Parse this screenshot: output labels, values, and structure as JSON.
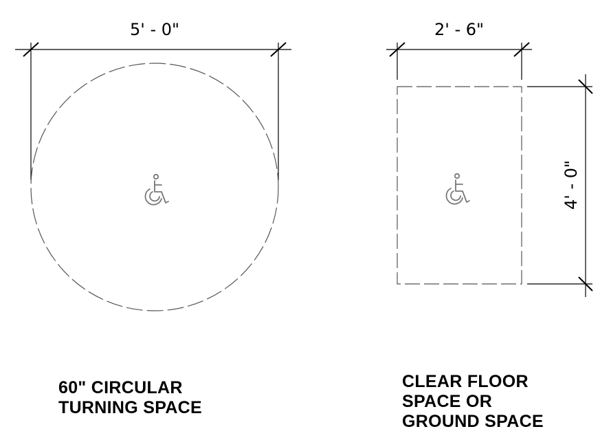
{
  "circle_detail": {
    "dimension": "5' - 0\"",
    "caption_lines": [
      "60\" CIRCULAR",
      "TURNING SPACE"
    ],
    "symbol": "wheelchair-icon"
  },
  "floor_detail": {
    "width_dimension": "2' - 6\"",
    "height_dimension": "4' - 0\"",
    "caption_lines": [
      "CLEAR FLOOR",
      "SPACE OR",
      "GROUND SPACE"
    ],
    "symbol": "wheelchair-icon"
  },
  "colors": {
    "line": "#000000",
    "dashed_outline": "#555555",
    "symbol": "#777777"
  }
}
